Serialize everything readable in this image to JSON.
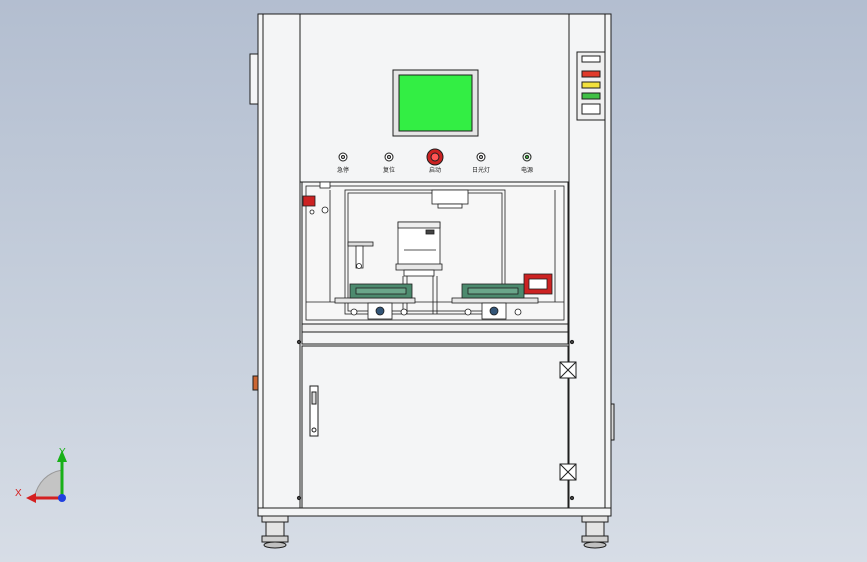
{
  "control_panel": {
    "buttons": [
      {
        "label": "急停",
        "kind": "indicator"
      },
      {
        "label": "复位",
        "kind": "indicator"
      },
      {
        "label": "启动",
        "kind": "emergency"
      },
      {
        "label": "日光灯",
        "kind": "indicator"
      },
      {
        "label": "电源",
        "kind": "power"
      }
    ]
  },
  "hmi_screen": {
    "color": "#33ee44"
  },
  "signal_tower": {
    "colors": [
      "#e03a2a",
      "#f2e13c",
      "#3fbf45"
    ]
  },
  "axis_triad": {
    "y_label": "Y",
    "x_label": "X",
    "colors": {
      "y": "#18b018",
      "x": "#d42020",
      "z": "#2040e0"
    }
  },
  "colors": {
    "frame": "#f4f5f6",
    "outline": "#202020",
    "machine_interior": "#f7f7f7",
    "pcb_green": "#4c8a6e",
    "red_handle": "#cc2222"
  }
}
